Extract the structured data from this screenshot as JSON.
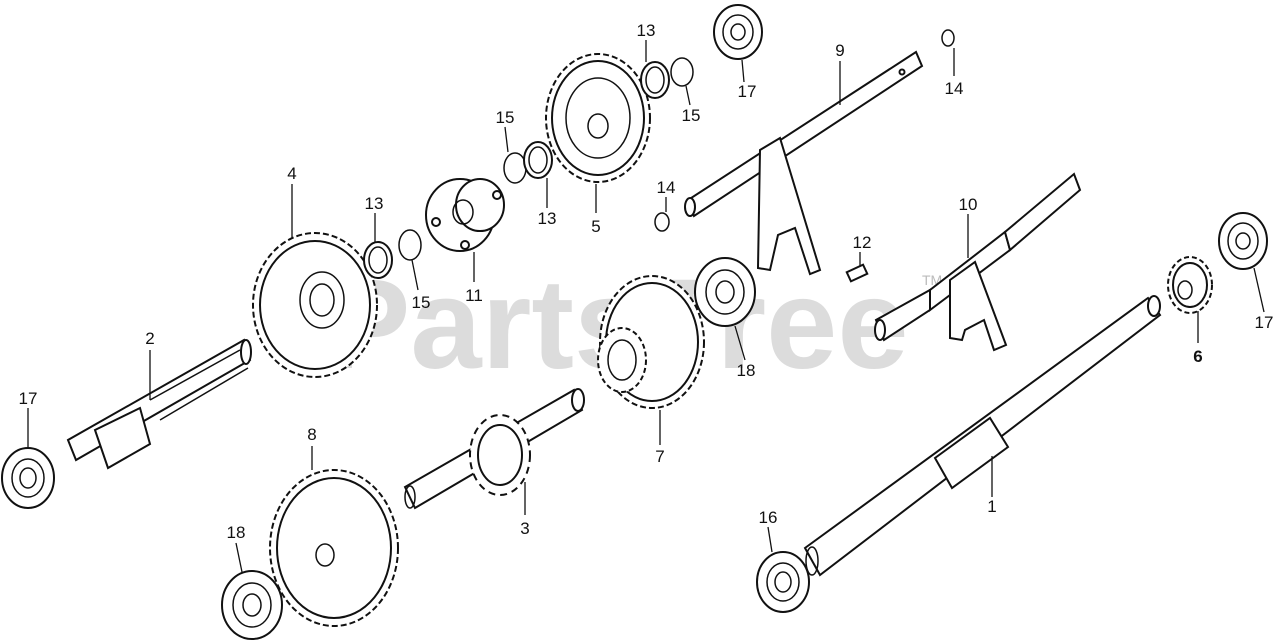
{
  "watermark": {
    "text": "PartsTree",
    "tm": "TM"
  },
  "parts": [
    {
      "label": "1",
      "bold": false
    },
    {
      "label": "2",
      "bold": false
    },
    {
      "label": "3",
      "bold": false
    },
    {
      "label": "4",
      "bold": false
    },
    {
      "label": "5",
      "bold": false
    },
    {
      "label": "6",
      "bold": true
    },
    {
      "label": "7",
      "bold": false
    },
    {
      "label": "8",
      "bold": false
    },
    {
      "label": "9",
      "bold": false
    },
    {
      "label": "10",
      "bold": false
    },
    {
      "label": "11",
      "bold": false
    },
    {
      "label": "12",
      "bold": false
    },
    {
      "label": "13",
      "bold": false
    },
    {
      "label": "13",
      "bold": false
    },
    {
      "label": "13",
      "bold": false
    },
    {
      "label": "14",
      "bold": false
    },
    {
      "label": "14",
      "bold": false
    },
    {
      "label": "15",
      "bold": false
    },
    {
      "label": "15",
      "bold": false
    },
    {
      "label": "15",
      "bold": false
    },
    {
      "label": "16",
      "bold": false
    },
    {
      "label": "17",
      "bold": false
    },
    {
      "label": "17",
      "bold": false
    },
    {
      "label": "17",
      "bold": false
    },
    {
      "label": "18",
      "bold": false
    },
    {
      "label": "18",
      "bold": false
    }
  ]
}
